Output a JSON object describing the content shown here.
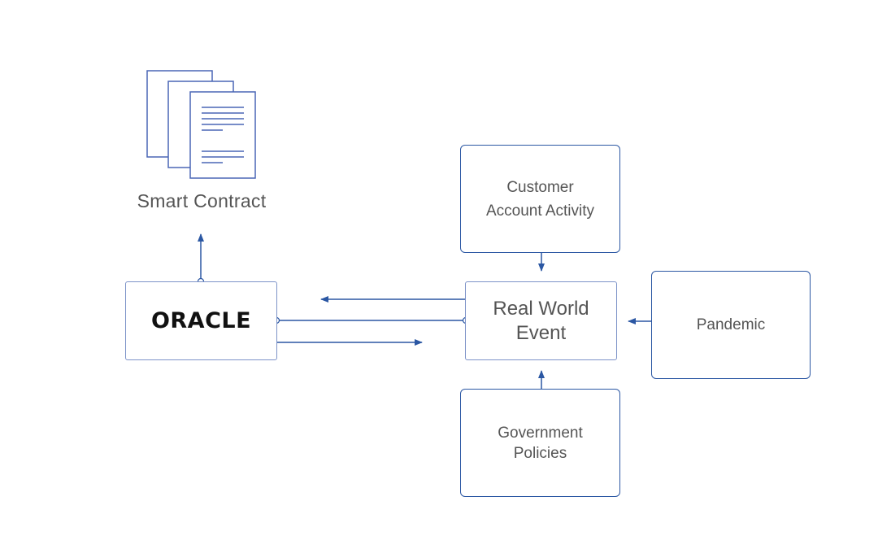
{
  "smart_contract": {
    "icon": "document-stack-icon",
    "label": "Smart Contract"
  },
  "oracle": {
    "label": "ORACLE"
  },
  "real_world_event": {
    "line1": "Real World",
    "line2": "Event"
  },
  "inputs": {
    "customer_activity": {
      "line1": "Customer",
      "line2": "Account Activity"
    },
    "pandemic": {
      "label": "Pandemic"
    },
    "government_policies": {
      "line1": "Government",
      "line2": "Policies"
    }
  },
  "colors": {
    "line": "#2b57a3",
    "connector_light": "#7d93c8",
    "text": "#555555",
    "oracle_text": "#111111"
  }
}
